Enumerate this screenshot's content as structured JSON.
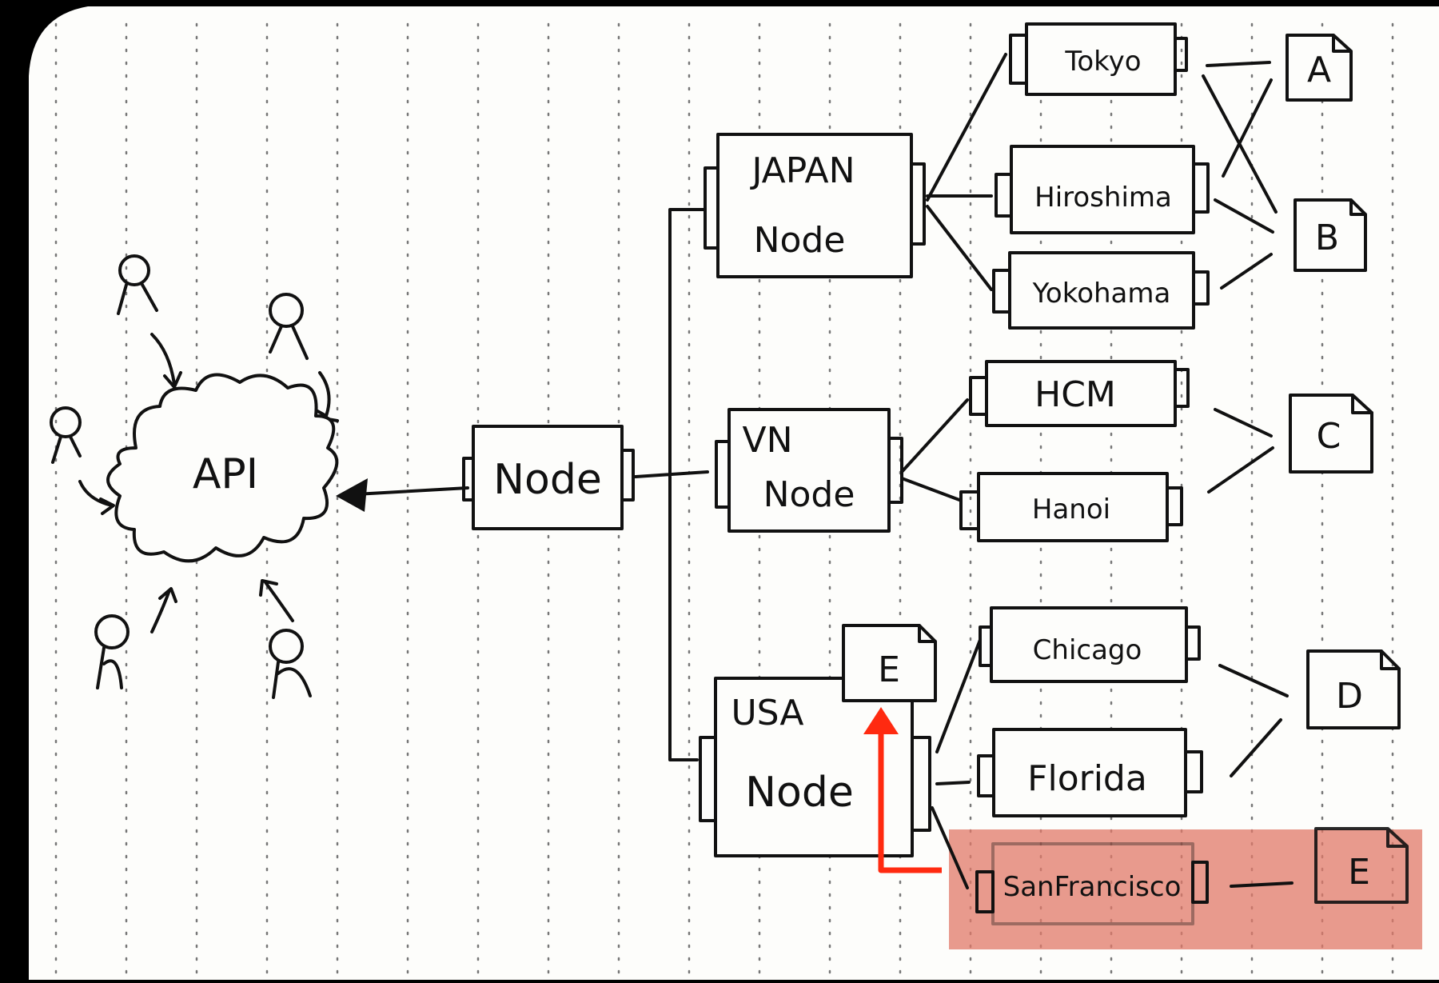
{
  "diagram": {
    "api_label": "API",
    "root_node_label": "Node",
    "regions": [
      {
        "id": "japan",
        "line1": "JAPAN",
        "line2": "Node"
      },
      {
        "id": "vn",
        "line1": "VN",
        "line2": "Node"
      },
      {
        "id": "usa",
        "line1": "USA",
        "line2": "Node"
      }
    ],
    "cities": {
      "tokyo": "Tokyo",
      "hiroshima": "Hiroshima",
      "yokohama": "Yokohama",
      "hcm": "HCM",
      "hanoi": "Hanoi",
      "chicago": "Chicago",
      "florida": "Florida",
      "san_francisco": "SanFrancisco"
    },
    "documents": {
      "a": "A",
      "b": "B",
      "c": "C",
      "d": "D",
      "e_usa": "E",
      "e_sf": "E"
    },
    "colors": {
      "paper": "#fdfdfb",
      "ink": "#111111",
      "dots": "#777777",
      "highlight": "#e07868",
      "arrow": "#ff2a10"
    },
    "icons": [
      "user-icon",
      "cloud-icon",
      "document-icon"
    ]
  }
}
